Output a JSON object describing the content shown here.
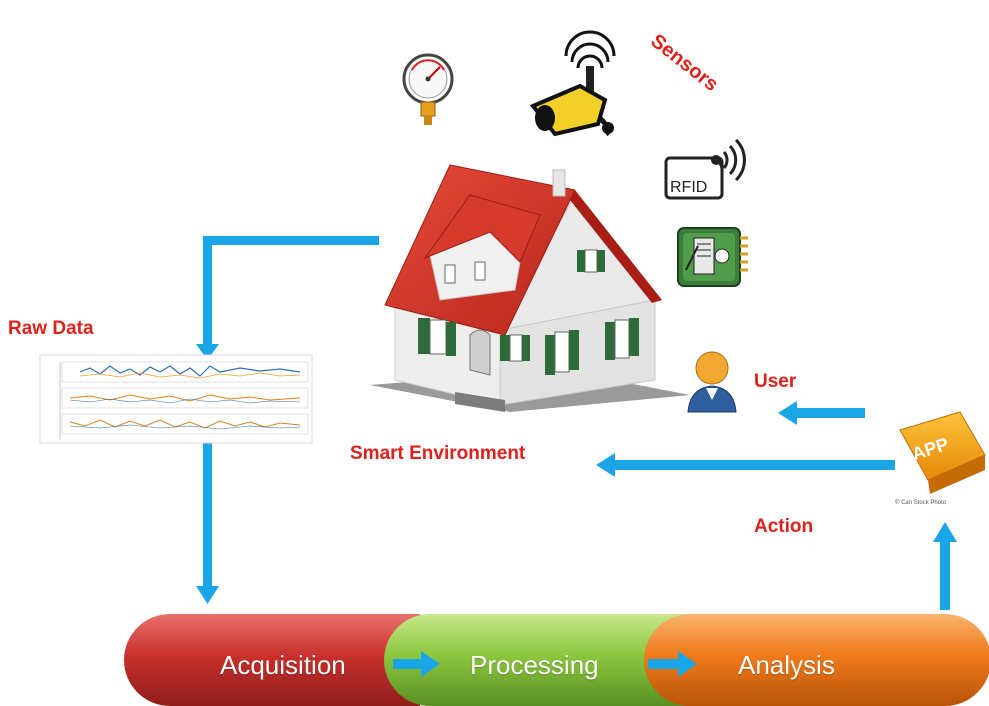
{
  "labels": {
    "sensors": "Sensors",
    "raw_data": "Raw Data",
    "smart_environment": "Smart Environment",
    "user": "User",
    "action": "Action",
    "credit": "© Can Stock Photo"
  },
  "pipeline": {
    "acquisition": "Acquisition",
    "processing": "Processing",
    "analysis": "Analysis"
  },
  "icons": {
    "rfid_text": "RFID",
    "app_text": "APP"
  },
  "colors": {
    "label_red": "#e0201a",
    "arrow_blue": "#1aa6e6",
    "acquisition": "#c9302c",
    "processing": "#8cc63f",
    "analysis": "#f07a1a"
  }
}
